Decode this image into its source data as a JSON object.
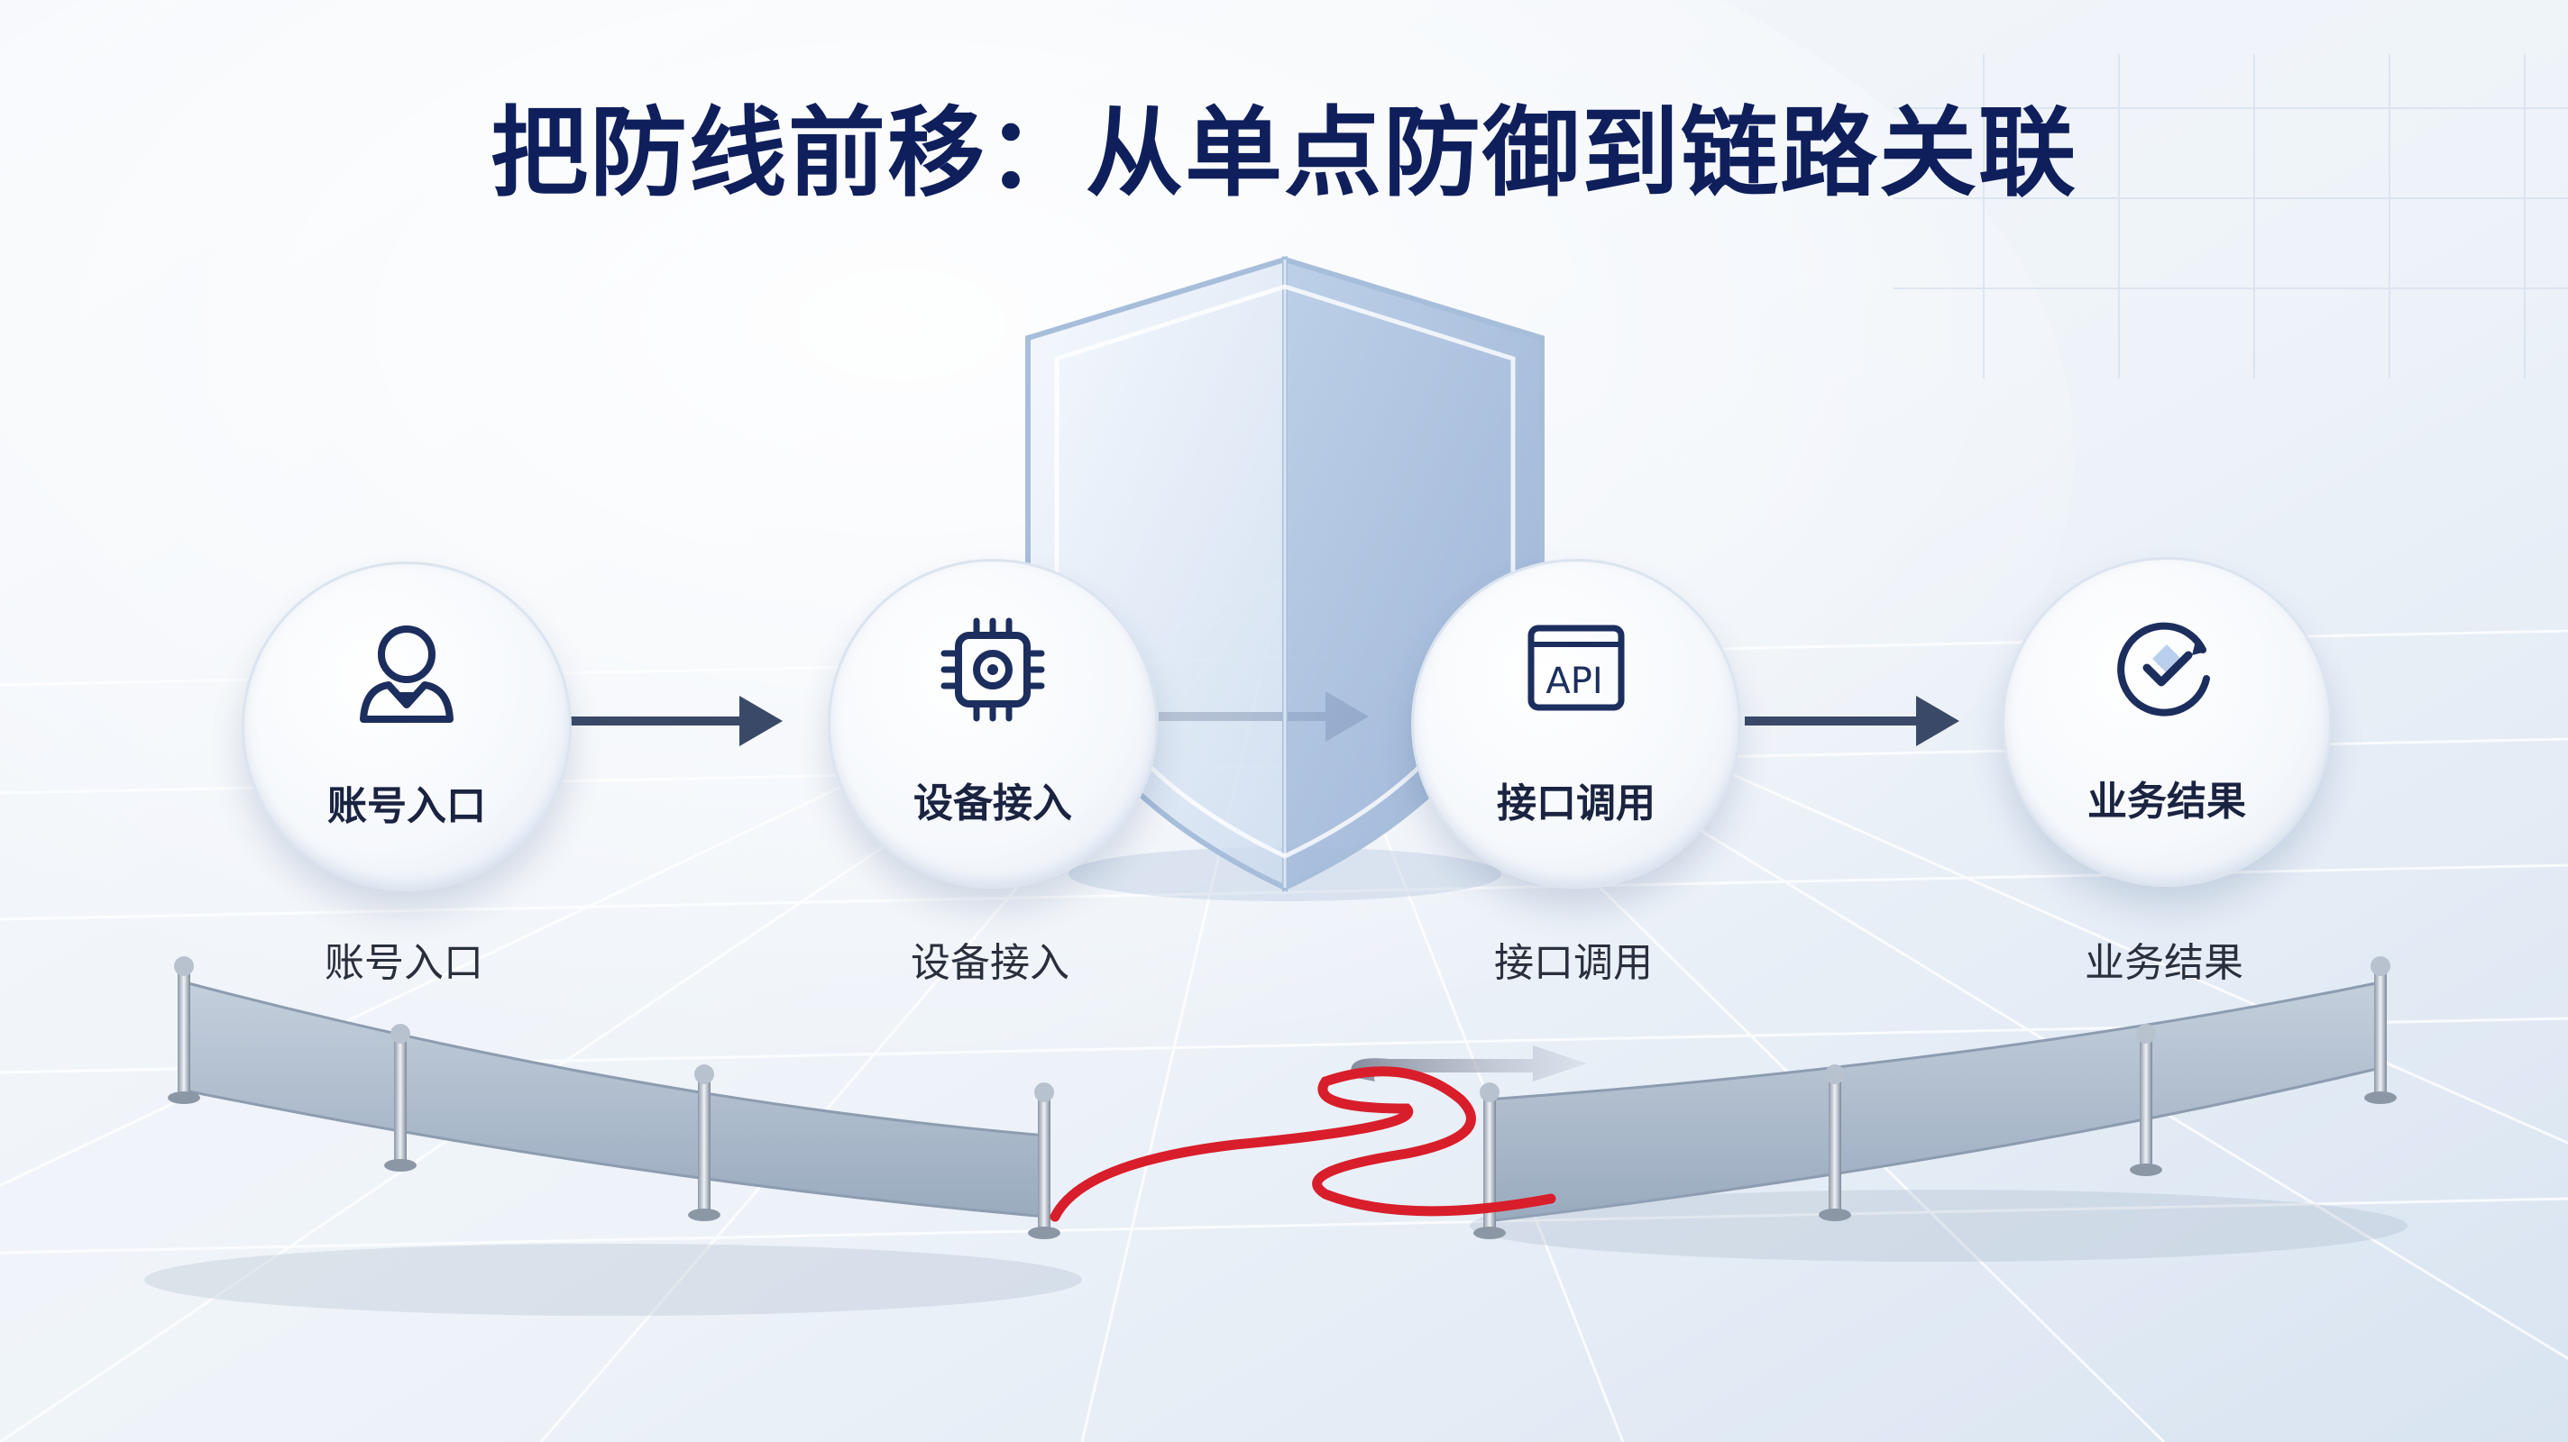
{
  "title": "把防线前移：从单点防御到链路关联",
  "nodes": [
    {
      "label": "账号入口",
      "caption": "账号入口",
      "icon": "user-icon"
    },
    {
      "label": "设备接入",
      "caption": "设备接入",
      "icon": "chip-icon"
    },
    {
      "label": "接口调用",
      "caption": "接口调用",
      "icon": "api-icon"
    },
    {
      "label": "业务结果",
      "caption": "业务结果",
      "icon": "check-circle-icon"
    }
  ],
  "api_icon_text": "API",
  "colors": {
    "title": "#0f1f5c",
    "arrow": "#3a4968",
    "breach_path": "#d81e2a",
    "barrier": "#a9b7c9"
  }
}
